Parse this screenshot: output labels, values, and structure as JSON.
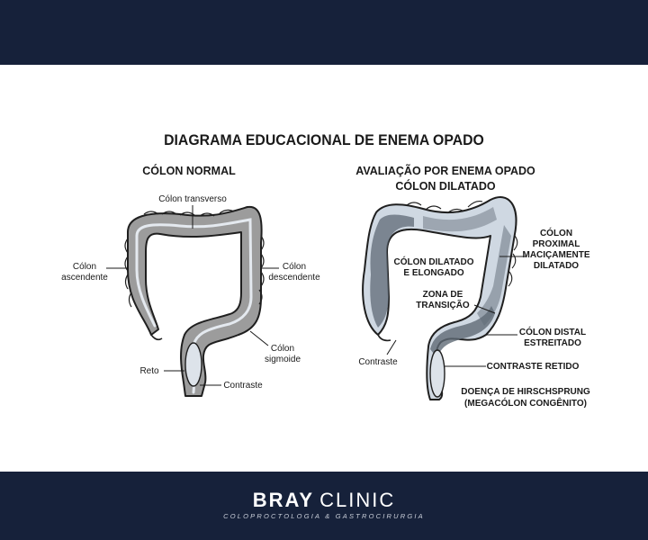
{
  "title": "DIAGRAMA EDUCACIONAL DE ENEMA OPADO",
  "left_panel": {
    "title": "CÓLON NORMAL",
    "labels": {
      "transverso": "Cólon transverso",
      "ascendente": [
        "Cólon",
        "ascendente"
      ],
      "descendente": [
        "Cólon",
        "descendente"
      ],
      "sigmoide": [
        "Cólon",
        "sigmoide"
      ],
      "reto": "Reto",
      "contraste": "Contraste"
    }
  },
  "right_panel": {
    "title_line1": "AVALIAÇÃO POR ENEMA OPADO",
    "title_line2": "CÓLON DILATADO",
    "labels": {
      "proximal": [
        "CÓLON",
        "PROXIMAL",
        "MACIÇAMENTE",
        "DILATADO"
      ],
      "dilatado": [
        "CÓLON DILATADO",
        "E ELONGADO"
      ],
      "transicao": [
        "ZONA DE",
        "TRANSIÇÃO"
      ],
      "distal": [
        "CÓLON DISTAL",
        "ESTREITADO"
      ],
      "retido": "CONTRASTE RETIDO",
      "contraste": "Contraste",
      "doenca": [
        "DOENÇA DE HIRSCHSPRUNG",
        "(MEGACÓLON CONGÊNITO)"
      ]
    }
  },
  "brand": {
    "name_bold": "BRAY",
    "name_light": "CLINIC",
    "tagline": "COLOPROCTOLOGIA & GASTROCIRURGIA"
  },
  "colors": {
    "bar": "#16213a",
    "colon_fill": "#9c9c9c",
    "contrast": "#dde3ea",
    "dilated_fill": "#cfd8e2",
    "dilated_dark": "#5f6a75"
  }
}
